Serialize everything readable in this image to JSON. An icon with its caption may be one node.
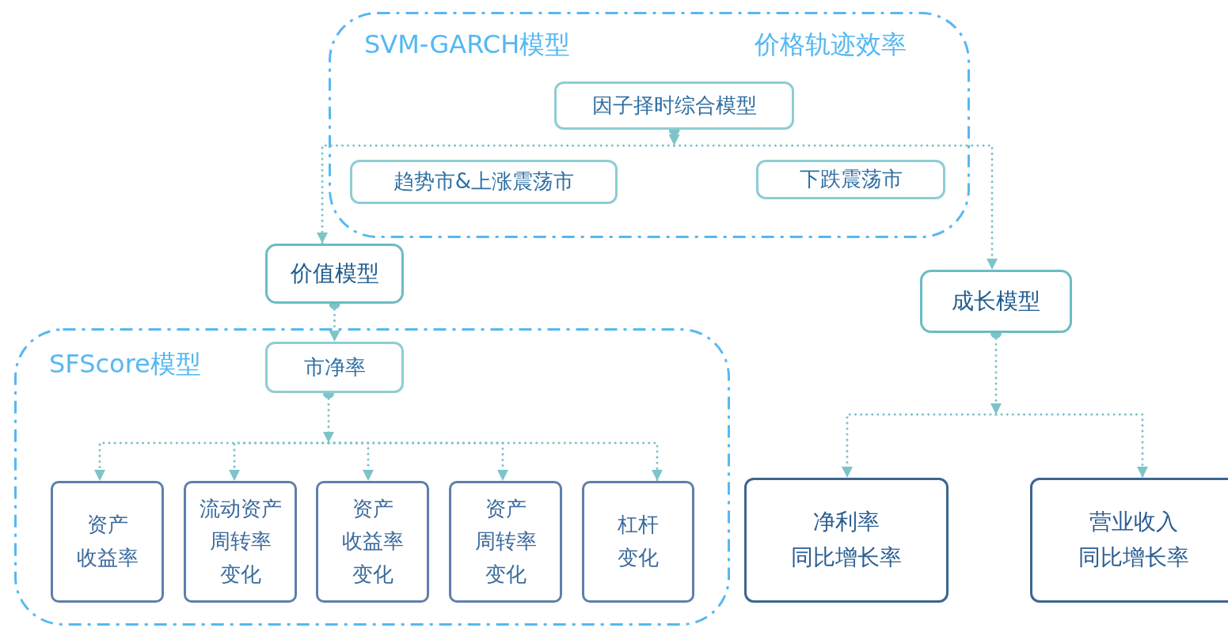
{
  "diagram": {
    "nodes": [
      {
        "text": [
          "SVM-GARCH模型",
          "价格轨迹效率"
        ]
      },
      {
        "text": [
          "因子择时综合模型"
        ],
        "in": 0
      },
      {
        "text": [
          "趋势市&上涨震荡市"
        ],
        "in": 0
      },
      {
        "text": [
          "下跌震荡市"
        ],
        "in": 0
      },
      {
        "text": [
          "价值模型"
        ]
      },
      {
        "text": [
          "成长模型"
        ]
      },
      {
        "text": [
          "SFScore模型"
        ]
      },
      {
        "text": [
          "市净率"
        ],
        "in": 6
      },
      {
        "text": [
          "资产收益率"
        ],
        "in": 6
      },
      {
        "text": [
          "流动资产周转率变化"
        ],
        "in": 6
      },
      {
        "text": [
          "资产收益率变化"
        ],
        "in": 6
      },
      {
        "text": [
          "资产周转率变化"
        ],
        "in": 6
      },
      {
        "text": [
          "杠杆变化"
        ],
        "in": 6
      },
      {
        "text": [
          "净利率同比增长率"
        ]
      },
      {
        "text": [
          "营业收入同比增长率"
        ]
      }
    ],
    "edges": [
      {
        "from": 1,
        "to": 4,
        "arrow": "to"
      },
      {
        "from": 1,
        "to": 5,
        "arrow": "to"
      },
      {
        "from": 4,
        "to": 7,
        "arrow": "to"
      },
      {
        "from": 7,
        "to": 8,
        "arrow": "to"
      },
      {
        "from": 7,
        "to": 9,
        "arrow": "to"
      },
      {
        "from": 7,
        "to": 10,
        "arrow": "to"
      },
      {
        "from": 7,
        "to": 11,
        "arrow": "to"
      },
      {
        "from": 7,
        "to": 12,
        "arrow": "to"
      },
      {
        "from": 5,
        "to": 13,
        "arrow": "to"
      },
      {
        "from": 5,
        "to": 14,
        "arrow": "to"
      }
    ]
  }
}
